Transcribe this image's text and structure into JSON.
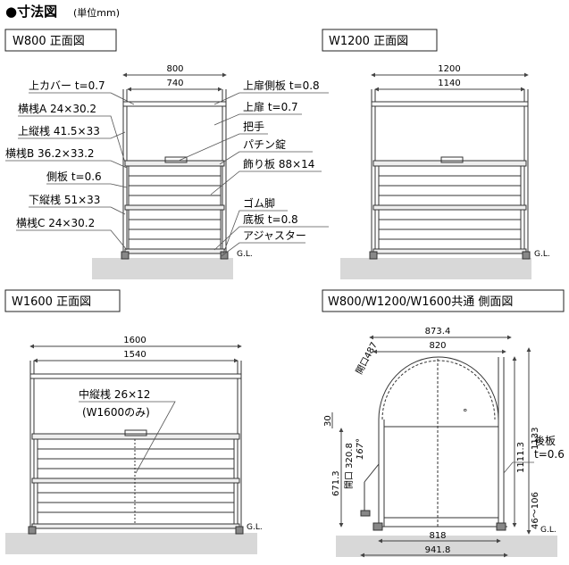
{
  "header": {
    "title": "●寸法図",
    "unit": "(単位mm)"
  },
  "panels": {
    "w800": {
      "title": "W800 正面図",
      "width_outer": "800",
      "width_inner": "740",
      "labels_left": [
        "上カバー t=0.7",
        "横桟A 24×30.2",
        "上縦桟 41.5×33",
        "横桟B 36.2×33.2",
        "側板 t=0.6",
        "下縦桟 51×33",
        "横桟C 24×30.2"
      ],
      "labels_right": [
        "上扉側板 t=0.8",
        "上扉 t=0.7",
        "把手",
        "パチン錠",
        "飾り板 88×14",
        "ゴム脚",
        "底板 t=0.8",
        "アジャスター"
      ],
      "gl": "G.L."
    },
    "w1200": {
      "title": "W1200 正面図",
      "width_outer": "1200",
      "width_inner": "1140",
      "gl": "G.L."
    },
    "w1600": {
      "title": "W1600 正面図",
      "width_outer": "1600",
      "width_inner": "1540",
      "note1": "中縦桟 26×12",
      "note2": "(W1600のみ)",
      "gl": "G.L."
    },
    "side": {
      "title": "W800/W1200/W1600共通 側面図",
      "top_outer": "873.4",
      "top_inner": "820",
      "open_top": "開口487",
      "h30": "30",
      "open_front": "開口 320.8",
      "angle": "167°",
      "h671": "671.3",
      "h1111": "1111.3",
      "h1133": "1133",
      "back_plate": "後板",
      "back_t": "t=0.6",
      "foot": "46〜106",
      "bottom_inner": "818",
      "bottom_outer": "941.8",
      "gl": "G.L."
    }
  }
}
